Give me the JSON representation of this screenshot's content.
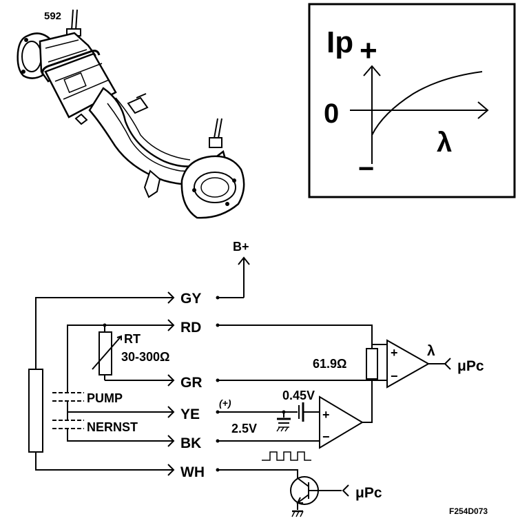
{
  "part_number": "592",
  "graph": {
    "ylabel_main": "Ip",
    "ylabel_sign": "+",
    "zero_label": "0",
    "minus_label": "−",
    "xlabel": "λ"
  },
  "supply_label": "B+",
  "wires": {
    "gy": "GY",
    "rd": "RD",
    "gr": "GR",
    "ye": "YE",
    "bk": "BK",
    "wh": "WH"
  },
  "heater": {
    "name": "RT",
    "range": "30-300Ω"
  },
  "cells": {
    "pump": "PUMP",
    "nernst": "NERNST"
  },
  "shunt_value": "61.9Ω",
  "bias_voltage": "0.45V",
  "reference_voltage": "2.5V",
  "polarity_mark": "(+)",
  "amp_plus": "+",
  "amp_minus": "−",
  "lambda_symbol": "λ",
  "mcu_label_1": "μPc",
  "mcu_label_2": "μPc",
  "figure_code": "F254D073"
}
